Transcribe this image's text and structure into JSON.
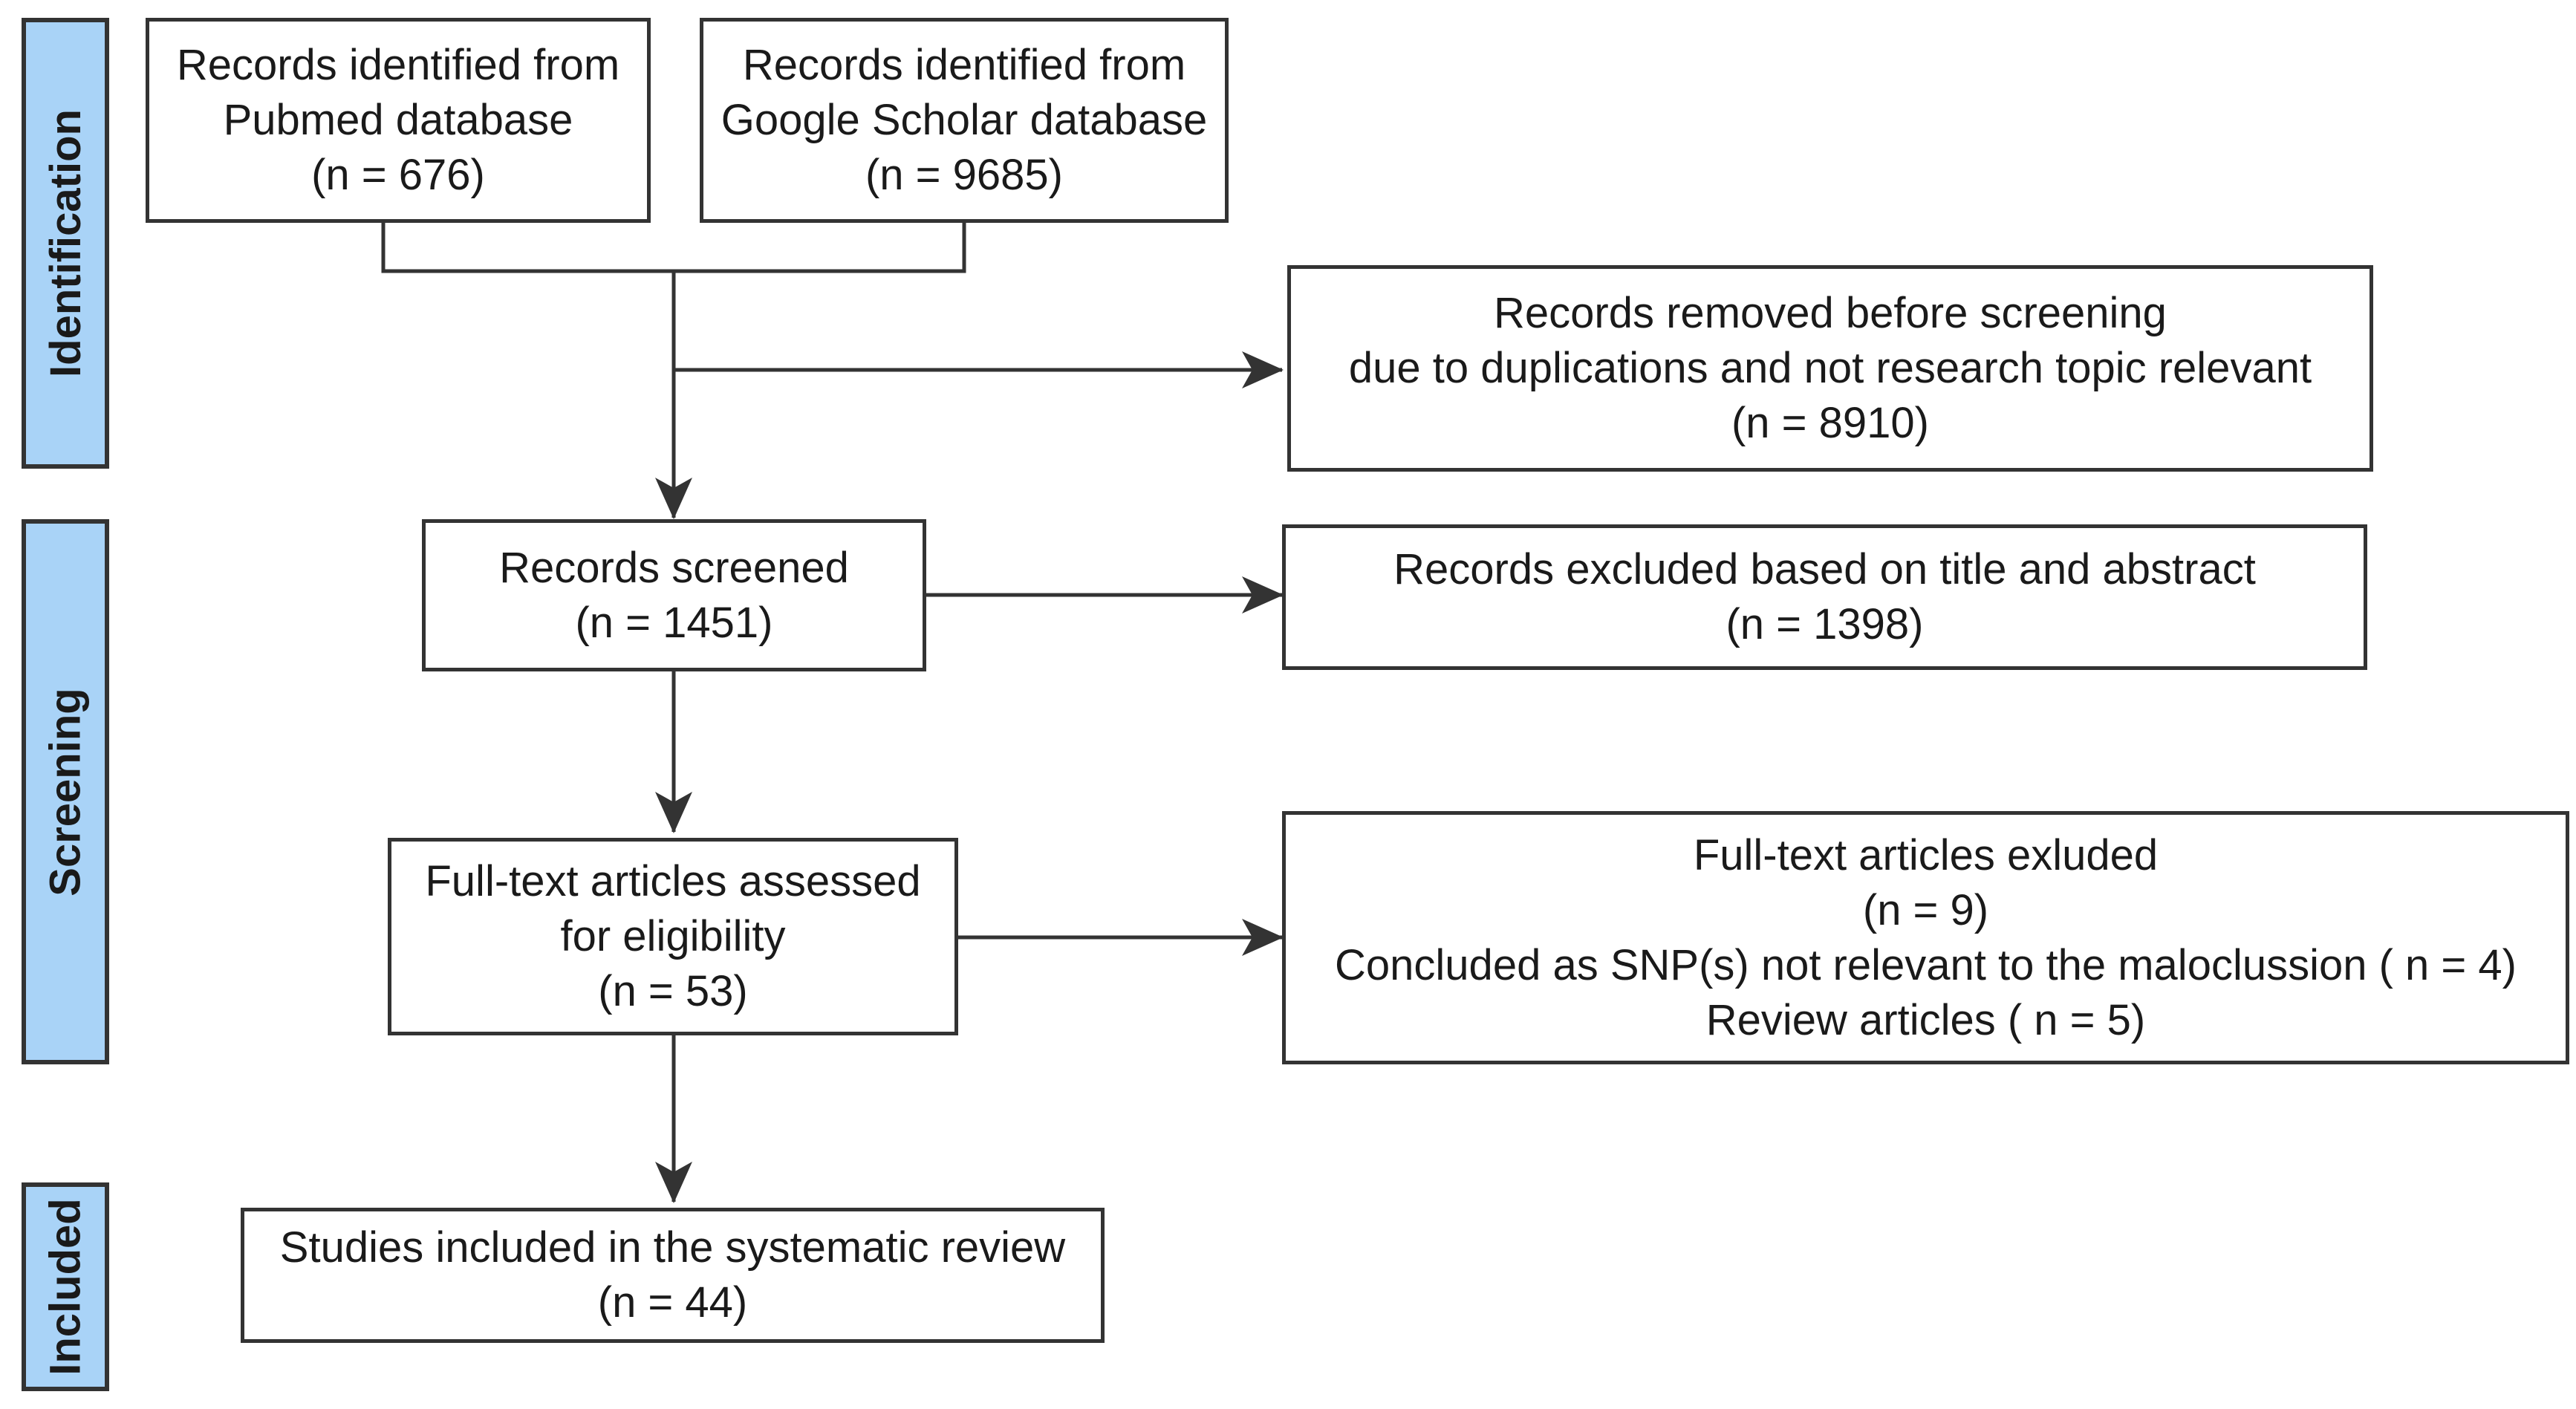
{
  "stages": {
    "identification": "Identification",
    "screening": "Screening",
    "included": "Included"
  },
  "boxes": {
    "pubmed": {
      "line1": "Records identified from",
      "line2": "Pubmed database",
      "line3": "(n = 676)"
    },
    "scholar": {
      "line1": "Records identified from",
      "line2": "Google Scholar database",
      "line3": "(n = 9685)"
    },
    "removed": {
      "line1": "Records removed before screening",
      "line2": "due to duplications and not research topic relevant",
      "line3": "(n = 8910)"
    },
    "screened": {
      "line1": "Records screened",
      "line2": "(n = 1451)"
    },
    "excluded_title": {
      "line1": "Records excluded based on title and abstract",
      "line2": "(n = 1398)"
    },
    "fulltext": {
      "line1": "Full-text articles assessed",
      "line2": "for eligibility",
      "line3": "(n = 53)"
    },
    "fulltext_excluded": {
      "line1": "Full-text articles exluded",
      "line2": "(n = 9)",
      "line3": "Concluded as SNP(s) not relevant to the maloclussion ( n = 4)",
      "line4": "Review articles ( n = 5)"
    },
    "included": {
      "line1": "Studies included in the systematic review",
      "line2": "(n = 44)"
    }
  },
  "colors": {
    "stage_fill": "#a9d3f7",
    "line": "#333333"
  }
}
